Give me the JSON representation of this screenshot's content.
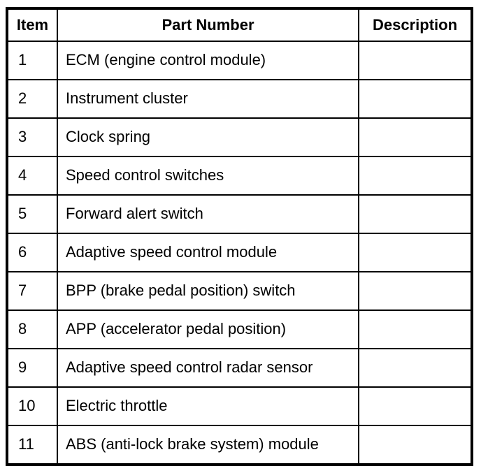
{
  "table": {
    "headers": {
      "item": "Item",
      "part_number": "Part Number",
      "description": "Description"
    },
    "rows": [
      {
        "item": "1",
        "part": "ECM (engine control module)",
        "description": ""
      },
      {
        "item": "2",
        "part": "Instrument cluster",
        "description": ""
      },
      {
        "item": "3",
        "part": "Clock spring",
        "description": ""
      },
      {
        "item": "4",
        "part": "Speed control switches",
        "description": ""
      },
      {
        "item": "5",
        "part": "Forward alert switch",
        "description": ""
      },
      {
        "item": "6",
        "part": "Adaptive speed control module",
        "description": ""
      },
      {
        "item": "7",
        "part": "BPP (brake pedal position) switch",
        "description": ""
      },
      {
        "item": "8",
        "part": "APP (accelerator pedal position)",
        "description": ""
      },
      {
        "item": "9",
        "part": "Adaptive speed control radar sensor",
        "description": ""
      },
      {
        "item": "10",
        "part": "Electric throttle",
        "description": ""
      },
      {
        "item": "11",
        "part": "ABS (anti-lock brake system) module",
        "description": ""
      }
    ],
    "colors": {
      "border": "#000000",
      "background": "#ffffff",
      "text": "#000000"
    }
  }
}
